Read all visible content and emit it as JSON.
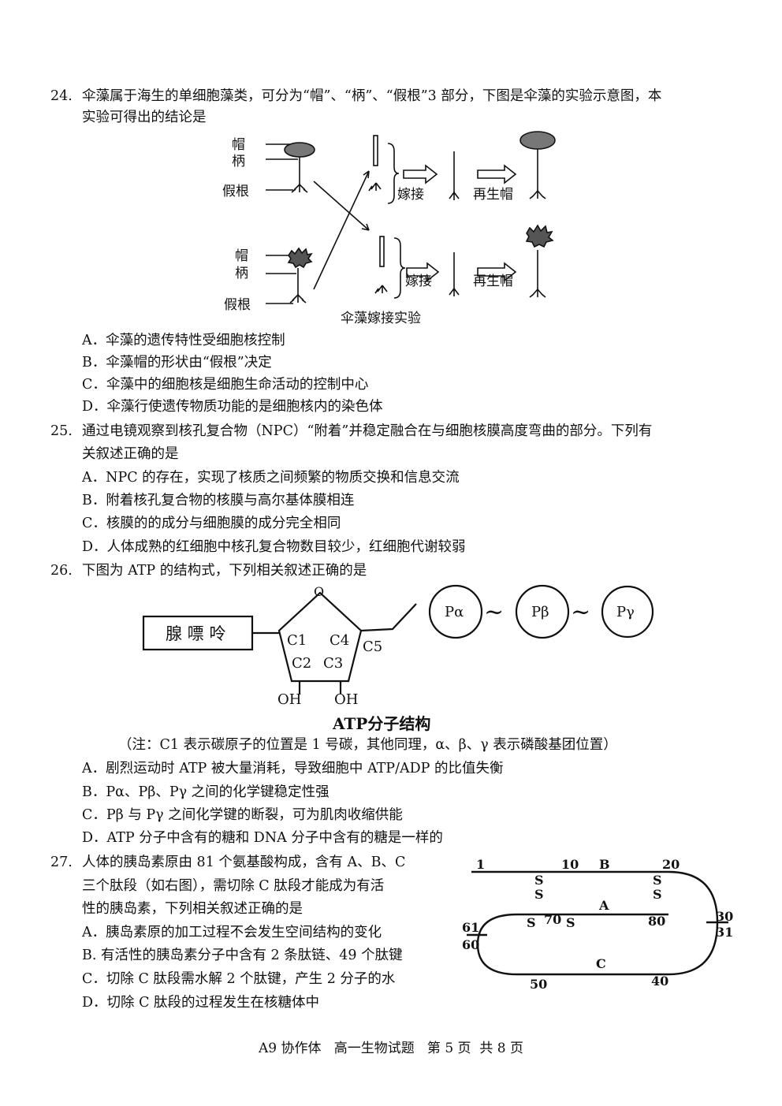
{
  "q24": {
    "number": "24.",
    "stem_line1": "伞藻属于海生的单细胞藻类，可分为“帽”、“柄”、“假根”3 部分，下图是伞藻的实验示意图，本",
    "stem_line2": "实验可得出的结论是",
    "figure": {
      "label_cap": "帽",
      "label_stalk": "柄",
      "label_rhizoid": "假根",
      "label_graft": "嫁接",
      "label_regen": "再生帽",
      "caption": "伞藻嫁接实验"
    },
    "options": [
      "A．伞藻的遗传特性受细胞核控制",
      "B．伞藻帽的形状由“假根”决定",
      "C．伞藻中的细胞核是细胞生命活动的控制中心",
      "D．伞藻行使遗传物质功能的是细胞核内的染色体"
    ]
  },
  "q25": {
    "number": "25.",
    "stem_line1": "通过电镜观察到核孔复合物（NPC）“附着”并稳定融合在与细胞核膜高度弯曲的部分。下列有",
    "stem_line2": "关叙述正确的是",
    "options": [
      "A．NPC 的存在，实现了核质之间频繁的物质交换和信息交流",
      "B．附着核孔复合物的核膜与高尔基体膜相连",
      "C．核膜的的成分与细胞膜的成分完全相同",
      "D．人体成熟的红细胞中核孔复合物数目较少，红细胞代谢较弱"
    ]
  },
  "q26": {
    "number": "26.",
    "stem": "下图为 ATP 的结构式，下列相关叙述正确的是",
    "figure": {
      "adenine": "腺 嘌 呤",
      "o": "O",
      "c1": "C1",
      "c2": "C2",
      "c3": "C3",
      "c4": "C4",
      "c5": "C5",
      "oh1": "OH",
      "oh2": "OH",
      "pa": "Pα",
      "pb": "Pβ",
      "pg": "Pγ",
      "tilde": "~",
      "caption": "ATP分子结构",
      "note": "（注：C1 表示碳原子的位置是 1 号碳，其他同理，α、β、γ 表示磷酸基团位置）"
    },
    "options": [
      "A．剧烈运动时 ATP 被大量消耗，导致细胞中 ATP/ADP 的比值失衡",
      "B．Pα、Pβ、Pγ 之间的化学键稳定性强",
      "C．Pβ 与 Pγ 之间化学键的断裂，可为肌肉收缩供能",
      "D．ATP 分子中含有的糖和 DNA 分子中含有的糖是一样的"
    ]
  },
  "q27": {
    "number": "27.",
    "stem_line1": "人体的胰岛素原由 81 个氨基酸构成，含有 A、B、C",
    "stem_line2": "三个肽段（如右图），需切除 C 肽段才能成为有活",
    "stem_line3": "性的胰岛素，下列相关叙述正确的是",
    "figure": {
      "n1": "1",
      "n10": "10",
      "lB": "B",
      "n20": "20",
      "lA": "A",
      "n70": "70",
      "n80": "80",
      "n30": "30",
      "n31": "31",
      "n61": "61",
      "n60": "60",
      "lC": "C",
      "n50": "50",
      "n40": "40",
      "s": "S"
    },
    "options": [
      "A．胰岛素原的加工过程不会发生空间结构的变化",
      "B. 有活性的胰岛素分子中含有 2 条肽链、49 个肽键",
      "C．切除 C 肽段需水解 2 个肽键，产生 2 分子的水",
      "D．切除 C 肽段的过程发生在核糖体中"
    ]
  },
  "footer": "A9 协作体   高一生物试题   第 5 页  共 8 页"
}
